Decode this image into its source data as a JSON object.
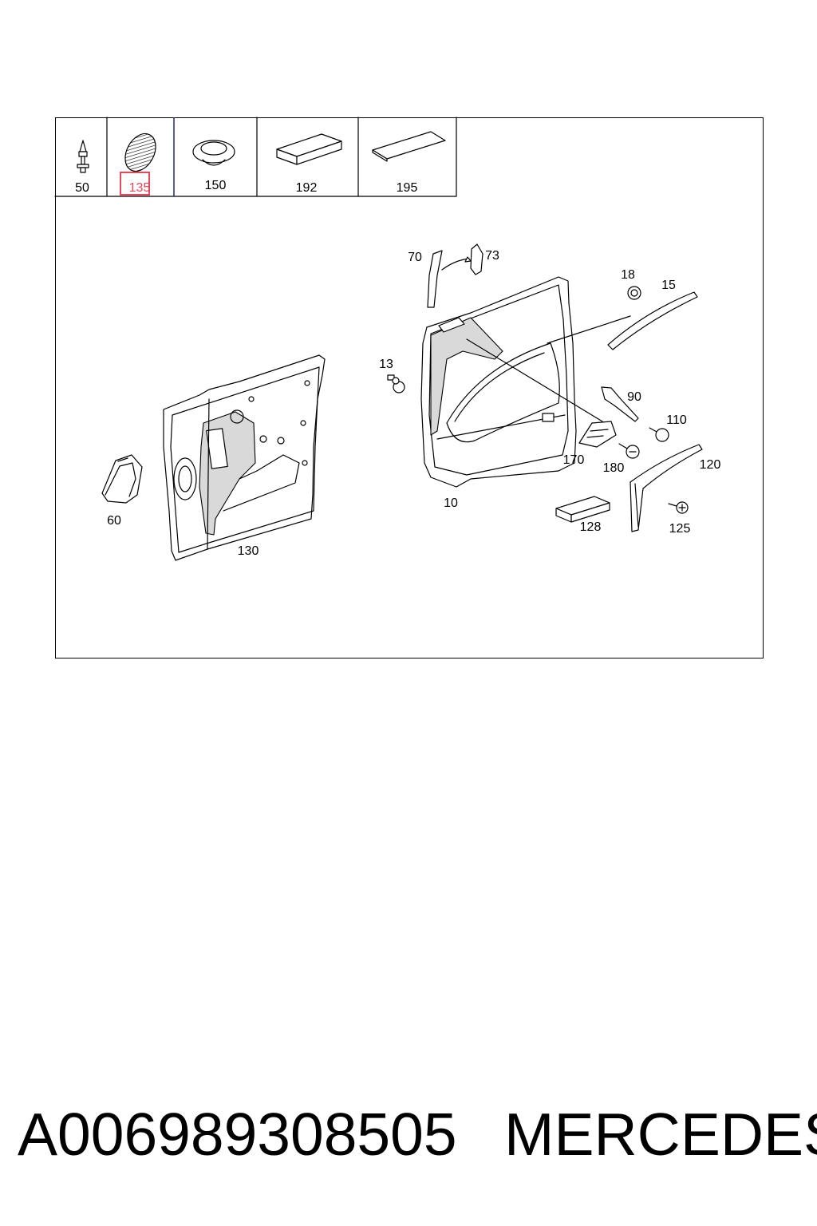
{
  "footer": {
    "part_number": "A006989308505",
    "brand": "MERCEDES"
  },
  "highlight_color": "#e8465a",
  "header_parts": [
    {
      "label": "50"
    },
    {
      "label": "135",
      "highlighted": true
    },
    {
      "label": "150"
    },
    {
      "label": "192"
    },
    {
      "label": "195"
    }
  ],
  "callouts": {
    "c70": "70",
    "c73": "73",
    "c18": "18",
    "c15": "15",
    "c13": "13",
    "c90": "90",
    "c110": "110",
    "c170": "170",
    "c180": "180",
    "c120": "120",
    "c10": "10",
    "c60": "60",
    "c128": "128",
    "c125": "125",
    "c130": "130"
  }
}
